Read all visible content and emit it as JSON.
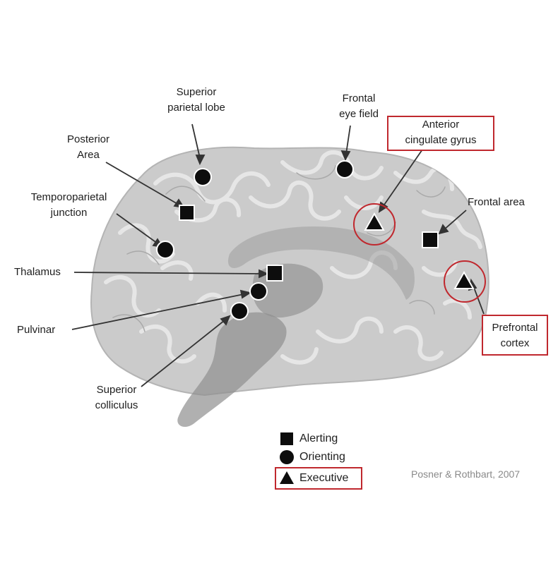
{
  "labels": {
    "superior_parietal_lobe": [
      "Superior",
      "parietal lobe"
    ],
    "frontal_eye_field": [
      "Frontal",
      "eye field"
    ],
    "posterior_area": [
      "Posterior",
      "Area"
    ],
    "temporoparietal_junction": [
      "Temporoparietal",
      "junction"
    ],
    "frontal_area": "Frontal area",
    "thalamus": "Thalamus",
    "pulvinar": "Pulvinar",
    "superior_colliculus": [
      "Superior",
      "colliculus"
    ],
    "anterior_cingulate_gyrus": [
      "Anterior",
      "cingulate gyrus"
    ],
    "prefrontal_cortex": [
      "Prefrontal",
      "cortex"
    ]
  },
  "legend": [
    {
      "symbol": "square",
      "label": "Alerting"
    },
    {
      "symbol": "circle",
      "label": "Orienting"
    },
    {
      "symbol": "triangle",
      "label": "Executive",
      "highlighted": true
    }
  ],
  "citation": "Posner & Rothbart, 2007",
  "colors": {
    "highlight": "#c0282e",
    "marker": "#0d0d0d",
    "brain": "#c9c9c9"
  }
}
